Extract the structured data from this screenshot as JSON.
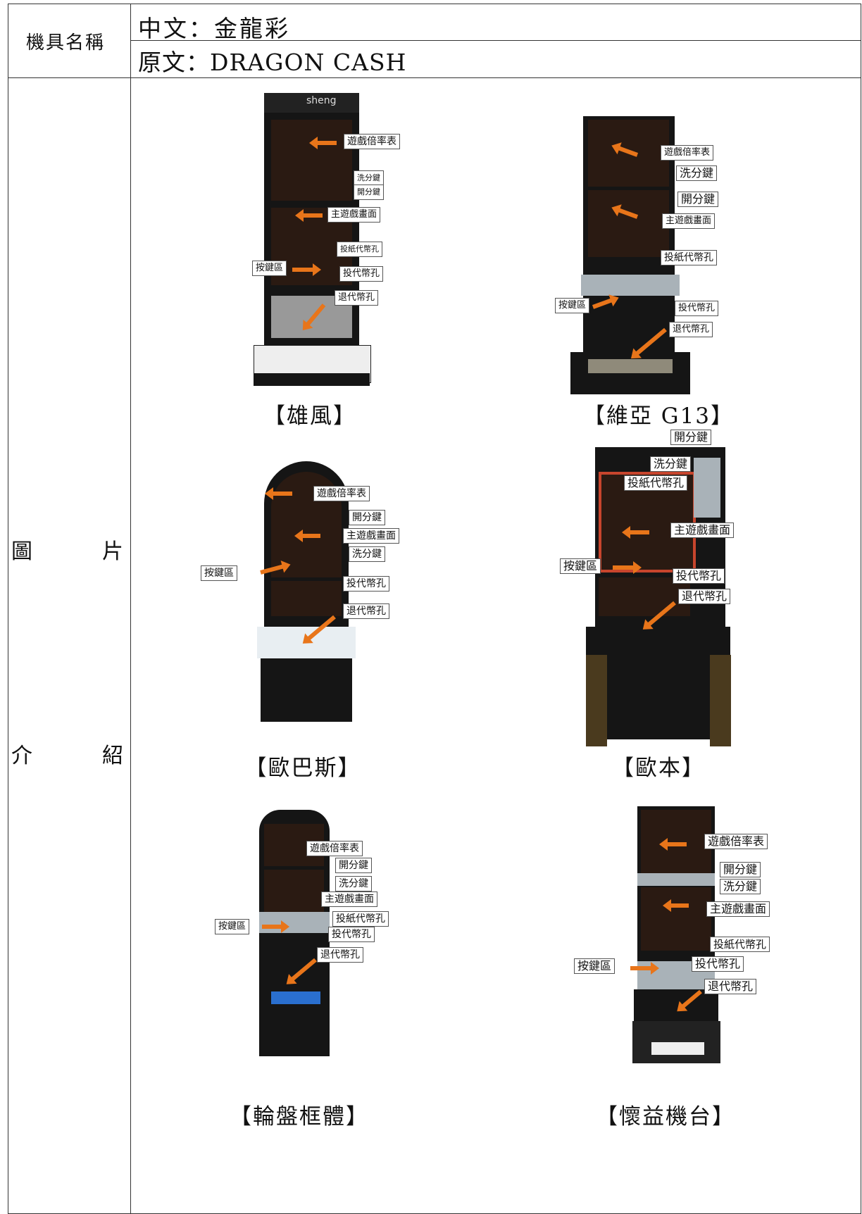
{
  "header": {
    "machine_name_label": "機具名稱",
    "chinese_name": "中文：金龍彩",
    "original_name": "原文：DRAGON CASH"
  },
  "section_label": {
    "part1": "圖",
    "part2": "片",
    "part3": "介",
    "part4": "紹"
  },
  "machines": [
    {
      "caption": "【雄風】",
      "brand_logo_text": "sheng",
      "labels": [
        "遊戲倍率表",
        "洗分鍵",
        "開分鍵",
        "主遊戲畫面",
        "投紙代幣孔",
        "按鍵區",
        "投代幣孔",
        "退代幣孔"
      ]
    },
    {
      "caption": "【維亞 G13】",
      "labels": [
        "遊戲倍率表",
        "洗分鍵",
        "開分鍵",
        "主遊戲畫面",
        "投紙代幣孔",
        "按鍵區",
        "投代幣孔",
        "退代幣孔"
      ]
    },
    {
      "caption": "【歐巴斯】",
      "labels": [
        "遊戲倍率表",
        "開分鍵",
        "主遊戲畫面",
        "洗分鍵",
        "按鍵區",
        "投代幣孔",
        "退代幣孔"
      ]
    },
    {
      "caption": "【歐本】",
      "labels": [
        "開分鍵",
        "洗分鍵",
        "投紙代幣孔",
        "主遊戲畫面",
        "按鍵區",
        "投代幣孔",
        "退代幣孔"
      ]
    },
    {
      "caption": "【輪盤框體】",
      "labels": [
        "遊戲倍率表",
        "開分鍵",
        "洗分鍵",
        "主遊戲畫面",
        "按鍵區",
        "投紙代幣孔",
        "投代幣孔",
        "退代幣孔"
      ]
    },
    {
      "caption": "【懷益機台】",
      "labels": [
        "遊戲倍率表",
        "開分鍵",
        "洗分鍵",
        "主遊戲畫面",
        "投紙代幣孔",
        "按鍵區",
        "投代幣孔",
        "退代幣孔"
      ]
    }
  ],
  "colors": {
    "arrow": "#e8751a",
    "cabinet": "#151515",
    "border": "#333333"
  }
}
